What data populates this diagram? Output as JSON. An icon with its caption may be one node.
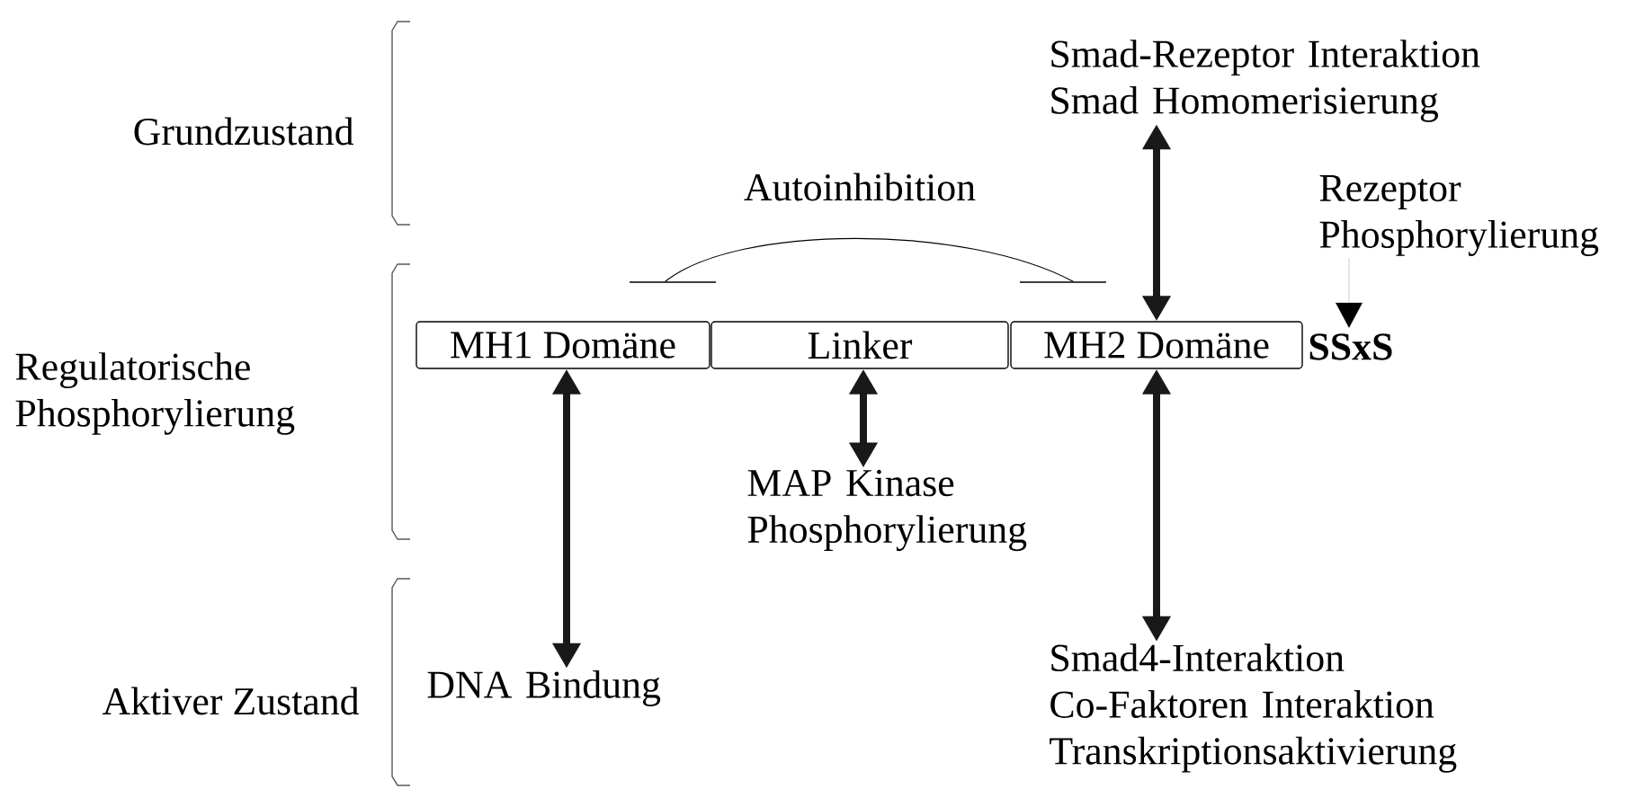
{
  "diagram": {
    "nodes": [
      {
        "text": [
          "MH1 Domäne"
        ]
      },
      {
        "text": [
          "Linker"
        ]
      },
      {
        "text": [
          "MH2 Domäne"
        ]
      },
      {
        "text": [
          "Smad-Rezeptor Interaktion Smad Homomerisierung"
        ]
      },
      {
        "text": [
          "DNA Bindung"
        ]
      },
      {
        "text": [
          "MAP Kinase Phosphorylierung"
        ]
      },
      {
        "text": [
          "Smad4-Interaktion Co-Faktoren Interaktion Transkriptionsaktivierung"
        ]
      },
      {
        "text": [
          "Rezeptor Phosphorylierung"
        ]
      },
      {
        "text": [
          "SSxS"
        ]
      }
    ],
    "edges": [
      {
        "from": 0,
        "to": 2,
        "arrow": "none",
        "label": "Autoinhibition"
      },
      {
        "from": 3,
        "to": 2,
        "arrow": "both"
      },
      {
        "from": 0,
        "to": 4,
        "arrow": "both"
      },
      {
        "from": 1,
        "to": 5,
        "arrow": "both"
      },
      {
        "from": 2,
        "to": 6,
        "arrow": "both"
      },
      {
        "from": 7,
        "to": 8,
        "arrow": "to"
      }
    ],
    "labels": [
      "Grundzustand",
      "Regulatorische Phosphorylierung",
      "Aktiver Zustand"
    ]
  }
}
